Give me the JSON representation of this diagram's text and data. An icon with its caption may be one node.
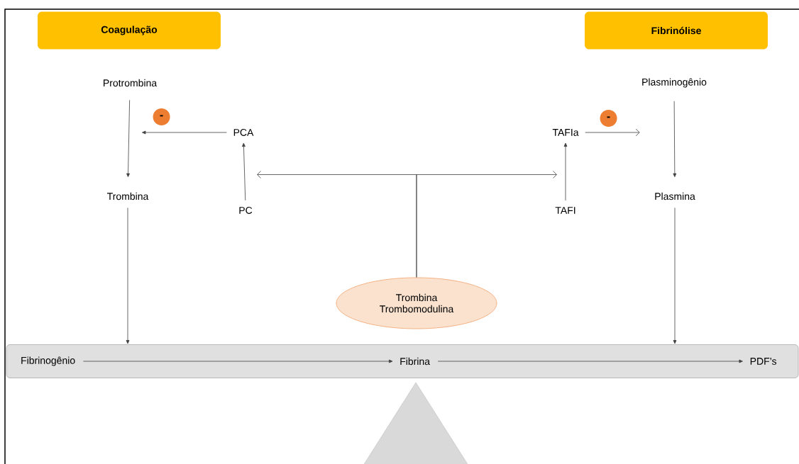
{
  "diagram": {
    "nodes": [
      {
        "text": [
          "Coagulação"
        ]
      },
      {
        "text": [
          "Fibrinólise"
        ]
      },
      {
        "text": [
          "Protrombina"
        ]
      },
      {
        "text": [
          "Trombina"
        ]
      },
      {
        "text": [
          "PCA"
        ]
      },
      {
        "text": [
          "PC"
        ]
      },
      {
        "text": [
          "TAFIa"
        ]
      },
      {
        "text": [
          "TAFI"
        ]
      },
      {
        "text": [
          "Plasminogênio"
        ]
      },
      {
        "text": [
          "Plasmina"
        ]
      },
      {
        "text": [
          "Trombina Trombomodulina"
        ]
      },
      {
        "text": [],
        "shape": "bar"
      },
      {
        "text": [
          "Fibrinogênio"
        ],
        "in": 11
      },
      {
        "text": [
          "Fibrina"
        ],
        "in": 11
      },
      {
        "text": [
          "PDF’s"
        ],
        "in": 11
      }
    ],
    "edges": [
      {
        "from": 2,
        "to": 3,
        "arrow": "to"
      },
      {
        "from": 4,
        "to": null,
        "arrow": "to",
        "label": "-"
      },
      {
        "from": 5,
        "to": 4,
        "arrow": "to"
      },
      {
        "from": 7,
        "to": 6,
        "arrow": "to"
      },
      {
        "from": 6,
        "to": null,
        "arrow": "to",
        "label": "-"
      },
      {
        "from": 8,
        "to": 9,
        "arrow": "to"
      },
      {
        "from": 3,
        "to": 11,
        "arrow": "to"
      },
      {
        "from": 9,
        "to": 11,
        "arrow": "to"
      },
      {
        "from": 12,
        "to": 13,
        "arrow": "to"
      },
      {
        "from": 13,
        "to": 14,
        "arrow": "to"
      },
      {
        "from": 10,
        "to": null,
        "arrow": "to"
      },
      {
        "from": 10,
        "to": null,
        "arrow": "to"
      }
    ]
  }
}
